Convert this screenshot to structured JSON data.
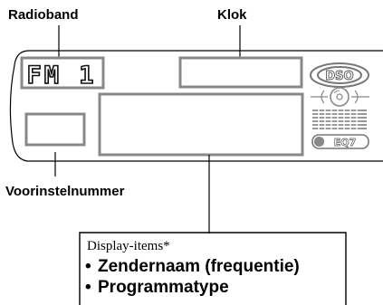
{
  "labels": {
    "band": "Radioband",
    "clock": "Klok",
    "preset": "Voorinstelnummer"
  },
  "display": {
    "band_value": "FM 1",
    "dso": "DSO",
    "eq": "EQ7"
  },
  "items_box": {
    "title": "Display-items*",
    "items": [
      "Zendernaam (frequentie)",
      "Programmatype"
    ]
  },
  "colors": {
    "line": "#000000",
    "screen": "#7a7a7a",
    "panel_border": "#9a9a9a"
  }
}
